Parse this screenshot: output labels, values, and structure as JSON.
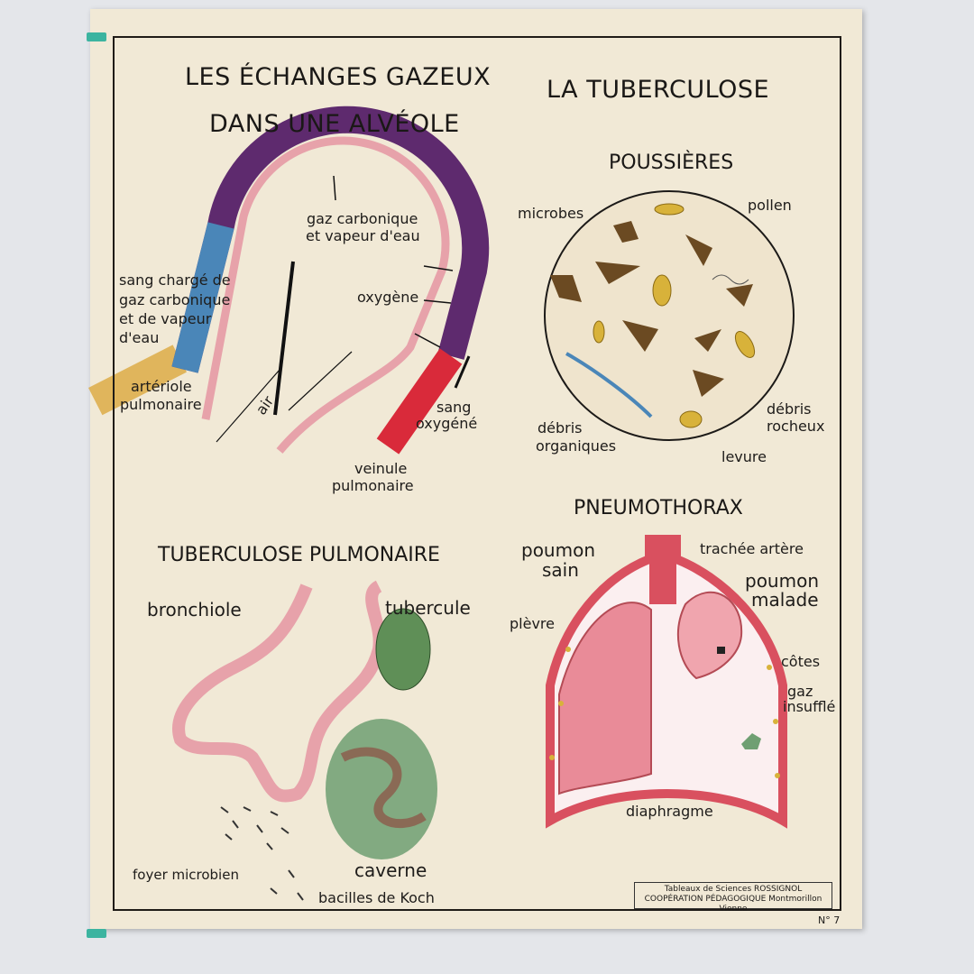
{
  "titles": {
    "echanges": "LES ÉCHANGES GAZEUX",
    "alveole": "DANS UNE ALVÉOLE",
    "tuberculose": "LA TUBERCULOSE",
    "poussieres": "POUSSIÈRES",
    "tuberculose_pulmonaire": "TUBERCULOSE PULMONAIRE",
    "pneumothorax": "PNEUMOTHORAX"
  },
  "alveole_labels": {
    "gaz_carbonique_1": "gaz carbonique",
    "gaz_carbonique_2": "et vapeur d'eau",
    "sang_charge_1": "sang chargé de",
    "sang_charge_2": "gaz carbonique",
    "sang_charge_3": "et de vapeur",
    "sang_charge_4": "d'eau",
    "oxygene": "oxygène",
    "arteriole_1": "artériole",
    "arteriole_2": "pulmonaire",
    "air": "air",
    "sang_oxygene_1": "sang",
    "sang_oxygene_2": "oxygéné",
    "veinule_1": "veinule",
    "veinule_2": "pulmonaire"
  },
  "poussieres_labels": {
    "microbes": "microbes",
    "pollen": "pollen",
    "debris_rocheux_1": "débris",
    "debris_rocheux_2": "rocheux",
    "debris_organiques_1": "débris",
    "debris_organiques_2": "organiques",
    "levure": "levure"
  },
  "tuberculose_labels": {
    "bronchiole": "bronchiole",
    "tubercule": "tubercule",
    "foyer": "foyer microbien",
    "caverne": "caverne",
    "bacilles": "bacilles de Koch"
  },
  "pneumothorax_labels": {
    "poumon_sain_1": "poumon",
    "poumon_sain_2": "sain",
    "trachee": "trachée artère",
    "poumon_malade_1": "poumon",
    "poumon_malade_2": "malade",
    "plevre": "plèvre",
    "cotes": "côtes",
    "gaz_insuffle_1": "gaz",
    "gaz_insuffle_2": "insufflé",
    "diaphragme": "diaphragme"
  },
  "footer": {
    "line1": "Tableaux de Sciences ROSSIGNOL",
    "line2": "COOPÉRATION PÉDAGOGIQUE  Montmorillon   Vienne",
    "number": "N° 7"
  },
  "colors": {
    "paper": "#f1e9d6",
    "blood_blue": "#4a86b8",
    "wall_purple": "#5e2a6e",
    "pink": "#e7a2aa",
    "red": "#d92a3a",
    "green": "#6f9f72"
  }
}
